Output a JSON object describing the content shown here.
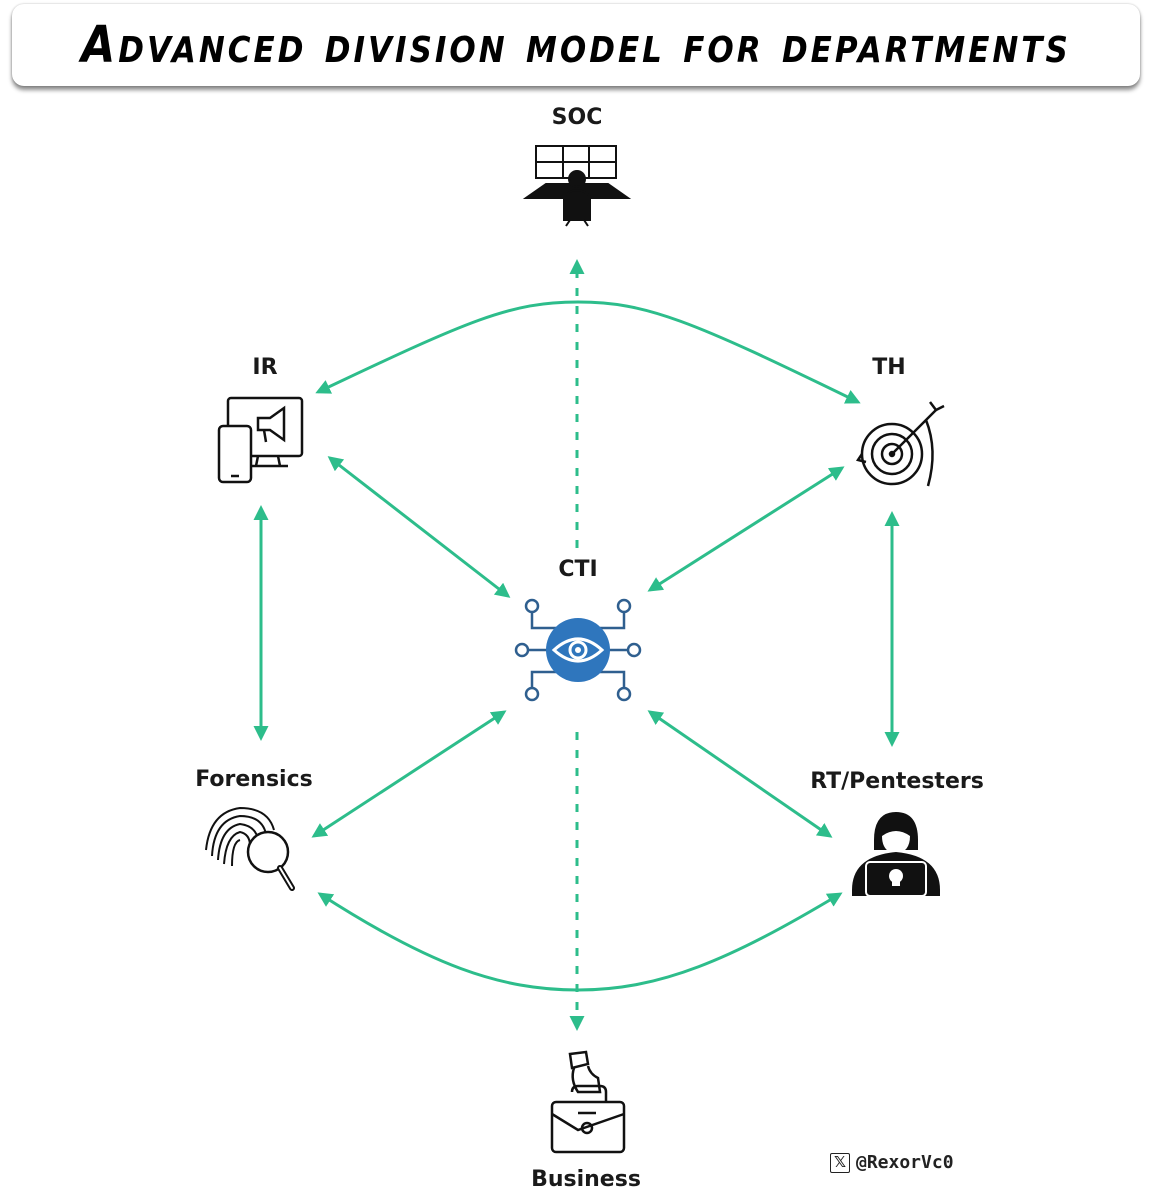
{
  "title": "Advanced division model for departments",
  "colors": {
    "arrow": "#2dbd8b",
    "cti_accent": "#2f76bd",
    "icon": "#111111"
  },
  "nodes": {
    "soc": {
      "label": "SOC",
      "icon": "soc-operator-icon"
    },
    "ir": {
      "label": "IR",
      "icon": "incident-response-icon"
    },
    "th": {
      "label": "TH",
      "icon": "target-arrow-icon"
    },
    "cti": {
      "label": "CTI",
      "icon": "eye-network-icon"
    },
    "forensics": {
      "label": "Forensics",
      "icon": "fingerprint-magnifier-icon"
    },
    "rt": {
      "label": "RT/Pentesters",
      "icon": "hacker-laptop-icon"
    },
    "business": {
      "label": "Business",
      "icon": "briefcase-hand-icon"
    }
  },
  "connections": [
    {
      "from": "IR",
      "to": "TH",
      "style": "curved-bidirectional"
    },
    {
      "from": "IR",
      "to": "CTI",
      "style": "bidirectional"
    },
    {
      "from": "TH",
      "to": "CTI",
      "style": "bidirectional"
    },
    {
      "from": "IR",
      "to": "Forensics",
      "style": "bidirectional"
    },
    {
      "from": "TH",
      "to": "RT/Pentesters",
      "style": "bidirectional"
    },
    {
      "from": "Forensics",
      "to": "CTI",
      "style": "bidirectional"
    },
    {
      "from": "RT/Pentesters",
      "to": "CTI",
      "style": "bidirectional"
    },
    {
      "from": "Forensics",
      "to": "RT/Pentesters",
      "style": "curved-bidirectional"
    },
    {
      "from": "CTI",
      "to": "SOC",
      "style": "dotted"
    },
    {
      "from": "CTI",
      "to": "Business",
      "style": "dotted"
    }
  ],
  "footer": {
    "handle": "@RexorVc0",
    "icon": "x-logo-icon"
  }
}
